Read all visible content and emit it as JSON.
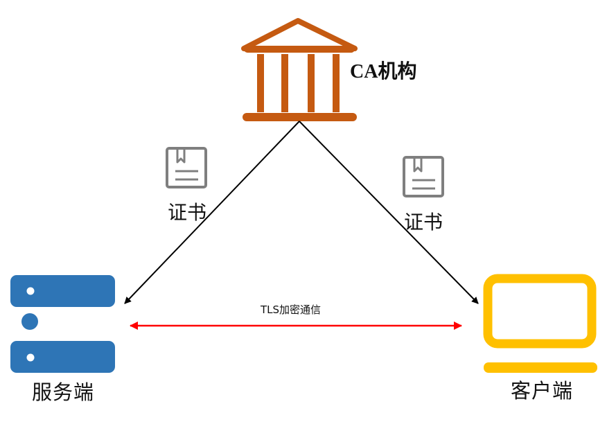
{
  "labels": {
    "ca": "CA机构",
    "cert_left": "证书",
    "cert_right": "证书",
    "tls": "TLS加密通信",
    "server": "服务端",
    "client": "客户端"
  },
  "colors": {
    "ca_icon": "#C55A11",
    "server_icon": "#2E75B6",
    "client_icon": "#FFC000",
    "cert_icon": "#7F7F7F",
    "arrow": "#000000",
    "tls_arrow": "#FF0000"
  },
  "icons": {
    "ca": "bank-icon",
    "server": "server-icon",
    "client": "laptop-icon",
    "certificate": "certificate-icon"
  }
}
